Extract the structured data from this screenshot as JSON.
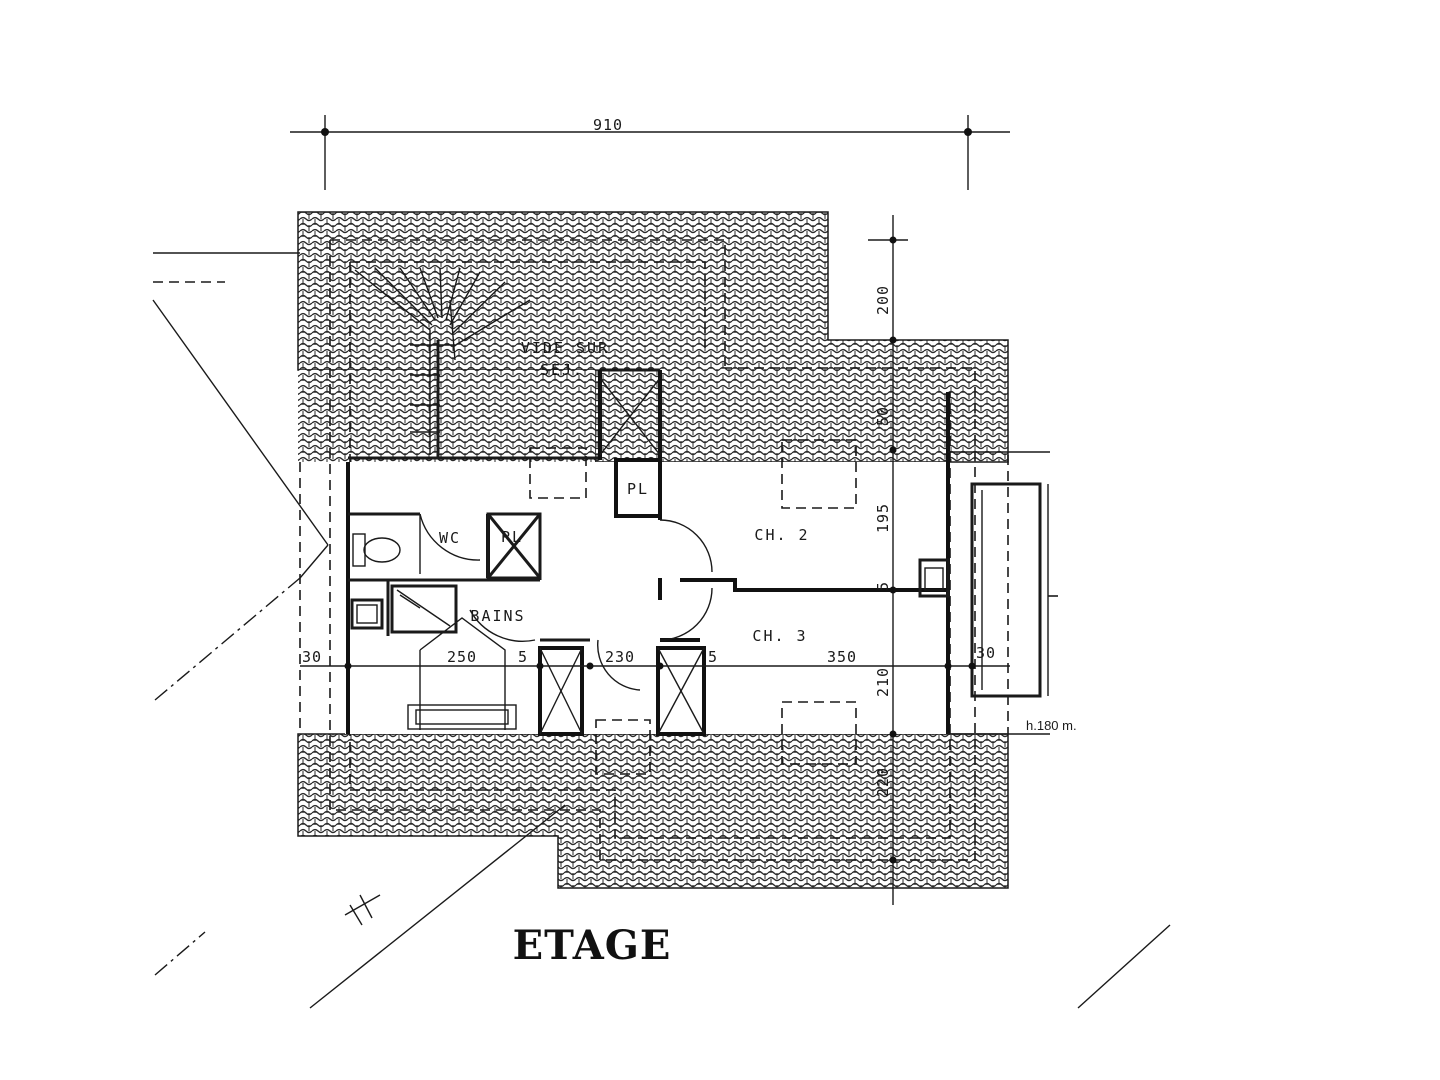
{
  "plan": {
    "title": "ETAGE",
    "rooms": {
      "void": "VIDE SUR",
      "void_sub": "SEJ.",
      "wc": "WC",
      "bath": "BAINS",
      "closet_1": "PL",
      "closet_2": "PL",
      "bedroom_2": "CH. 2",
      "bedroom_3": "CH. 3"
    },
    "dimensions": {
      "overall_width": "910",
      "top_right_height": "200",
      "right_upper": "50",
      "bedroom_2_depth": "195",
      "partition": "5",
      "bedroom_3_depth": "210",
      "bottom_right": "220",
      "left_wall": "30",
      "bath_width": "250",
      "wall_a": "5",
      "hall_width": "230",
      "wall_b": "5",
      "bedroom_width": "350",
      "right_wall": "30"
    },
    "note_height": "h.180 m."
  }
}
